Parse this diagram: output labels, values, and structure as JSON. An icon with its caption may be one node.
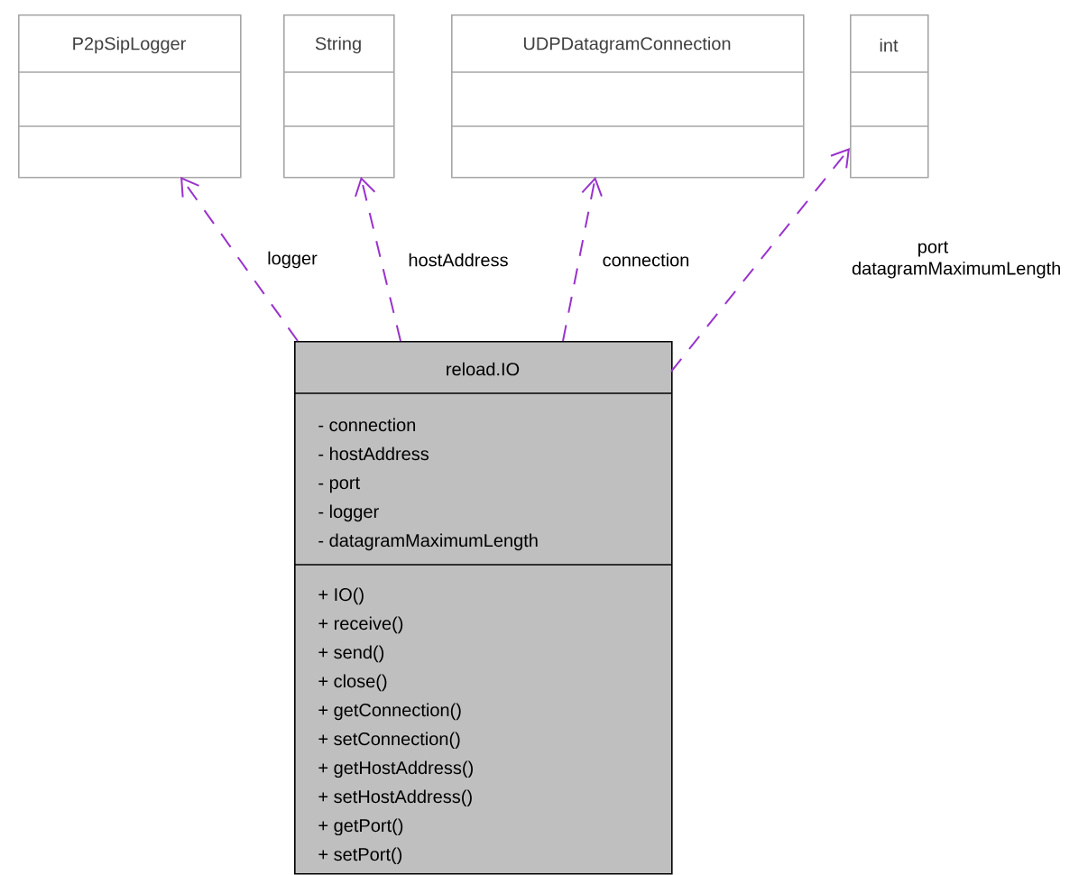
{
  "diagram": {
    "nodes": [
      {
        "text": [
          "P2pSipLogger"
        ]
      },
      {
        "text": [
          "String"
        ]
      },
      {
        "text": [
          "UDPDatagramConnection"
        ]
      },
      {
        "text": [
          "int"
        ]
      },
      {
        "text": [
          "reload.IO",
          "- connection",
          "- hostAddress",
          "- port",
          "- logger",
          "- datagramMaximumLength",
          "+ IO()",
          "+ receive()",
          "+ send()",
          "+ close()",
          "+ getConnection()",
          "+ setConnection()",
          "+ getHostAddress()",
          "+ setHostAddress()",
          "+ getPort()",
          "+ setPort()"
        ]
      }
    ],
    "edges": [
      {
        "from": 4,
        "to": 0,
        "arrow": "to",
        "style": "dashed",
        "label": "logger"
      },
      {
        "from": 4,
        "to": 1,
        "arrow": "to",
        "style": "dashed",
        "label": "hostAddress"
      },
      {
        "from": 4,
        "to": 2,
        "arrow": "to",
        "style": "dashed",
        "label": "connection"
      },
      {
        "from": 4,
        "to": 3,
        "arrow": "to",
        "style": "dashed",
        "label": "port datagramMaximumLength"
      }
    ]
  }
}
